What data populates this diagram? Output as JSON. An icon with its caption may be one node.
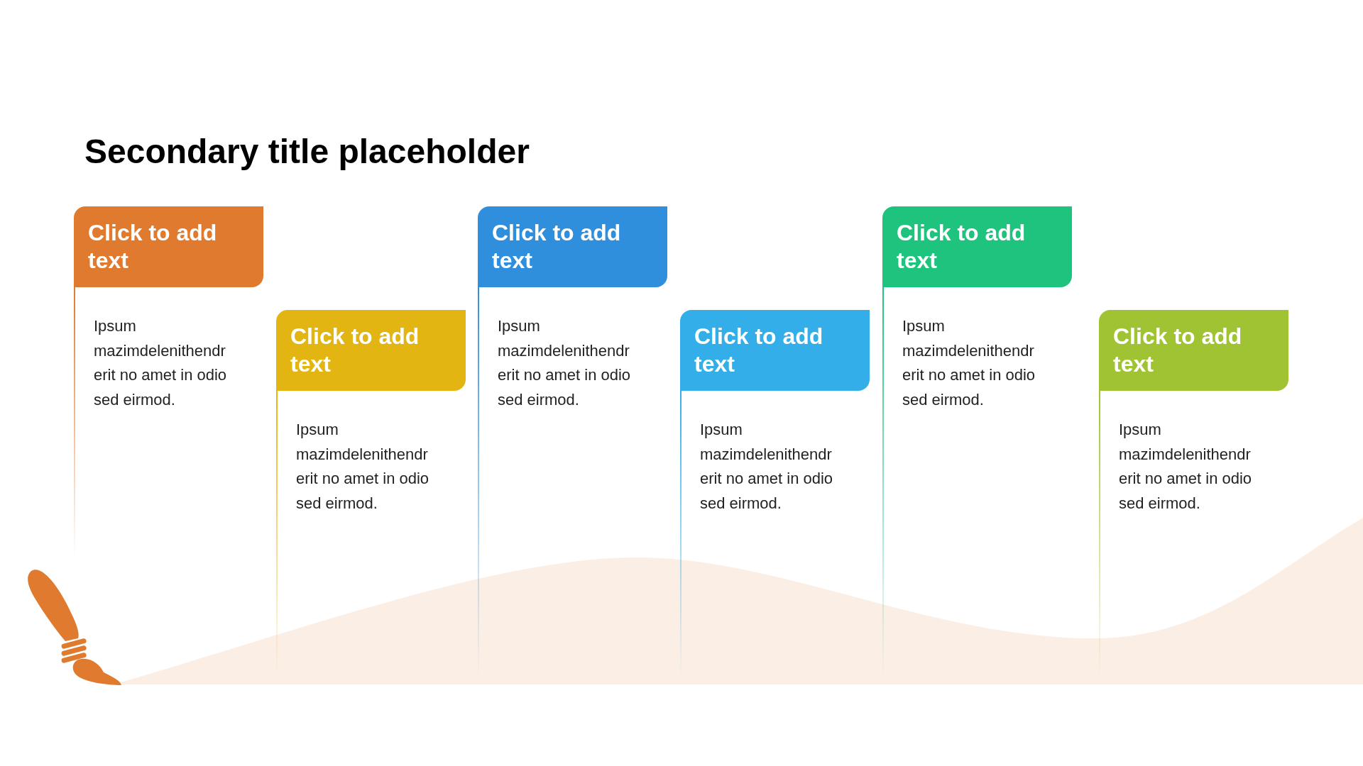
{
  "diagram": {
    "title": "Secondary title placeholder",
    "nodes": [
      {
        "text": [
          "Click to add text"
        ],
        "beside": [
          "Ipsum mazimdelenithendrerit no amet in odio sed eirmod."
        ]
      },
      {
        "text": [
          "Click to add text"
        ],
        "beside": [
          "Ipsum mazimdelenithendrerit no amet in odio sed eirmod."
        ]
      },
      {
        "text": [
          "Click to add text"
        ],
        "beside": [
          "Ipsum mazimdelenithendrerit no amet in odio sed eirmod."
        ]
      },
      {
        "text": [
          "Click to add text"
        ],
        "beside": [
          "Ipsum mazimdelenithendrerit no amet in odio sed eirmod."
        ]
      },
      {
        "text": [
          "Click to add text"
        ],
        "beside": [
          "Ipsum mazimdelenithendrerit no amet in odio sed eirmod."
        ]
      },
      {
        "text": [
          "Click to add text"
        ],
        "beside": [
          "Ipsum mazimdelenithendrerit no amet in odio sed eirmod."
        ]
      }
    ]
  }
}
